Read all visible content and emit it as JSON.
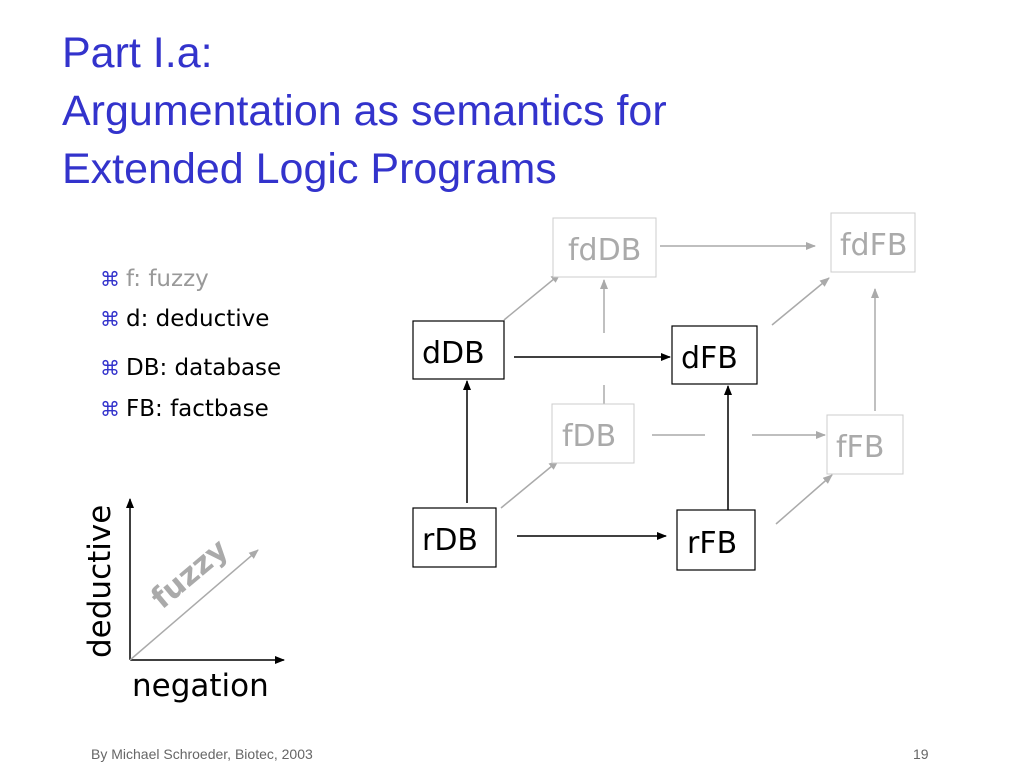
{
  "title": {
    "line1": "Part I.a:",
    "line2": "Argumentation as semantics for",
    "line3": "Extended Logic Programs"
  },
  "bullets": [
    {
      "mark": "⌘",
      "text": "f: fuzzy",
      "muted": true
    },
    {
      "mark": "⌘",
      "text": "d: deductive",
      "muted": false
    },
    {
      "mark": "⌘",
      "text": "DB: database",
      "muted": false
    },
    {
      "mark": "⌘",
      "text": "FB: factbase",
      "muted": false
    }
  ],
  "diagram": {
    "nodes": {
      "fdDB": "fdDB",
      "fdFB": "fdFB",
      "dDB": "dDB",
      "dFB": "dFB",
      "fDB": "fDB",
      "fFB": "fFB",
      "rDB": "rDB",
      "rFB": "rFB"
    }
  },
  "axes": {
    "y_label": "deductive",
    "x_label": "negation",
    "diagonal_label": "fuzzy"
  },
  "footer": {
    "author": "By Michael Schroeder, Biotec, 2003",
    "page": "19"
  },
  "colors": {
    "title": "#3333cc",
    "muted": "#aaaaaa",
    "black": "#000000"
  }
}
